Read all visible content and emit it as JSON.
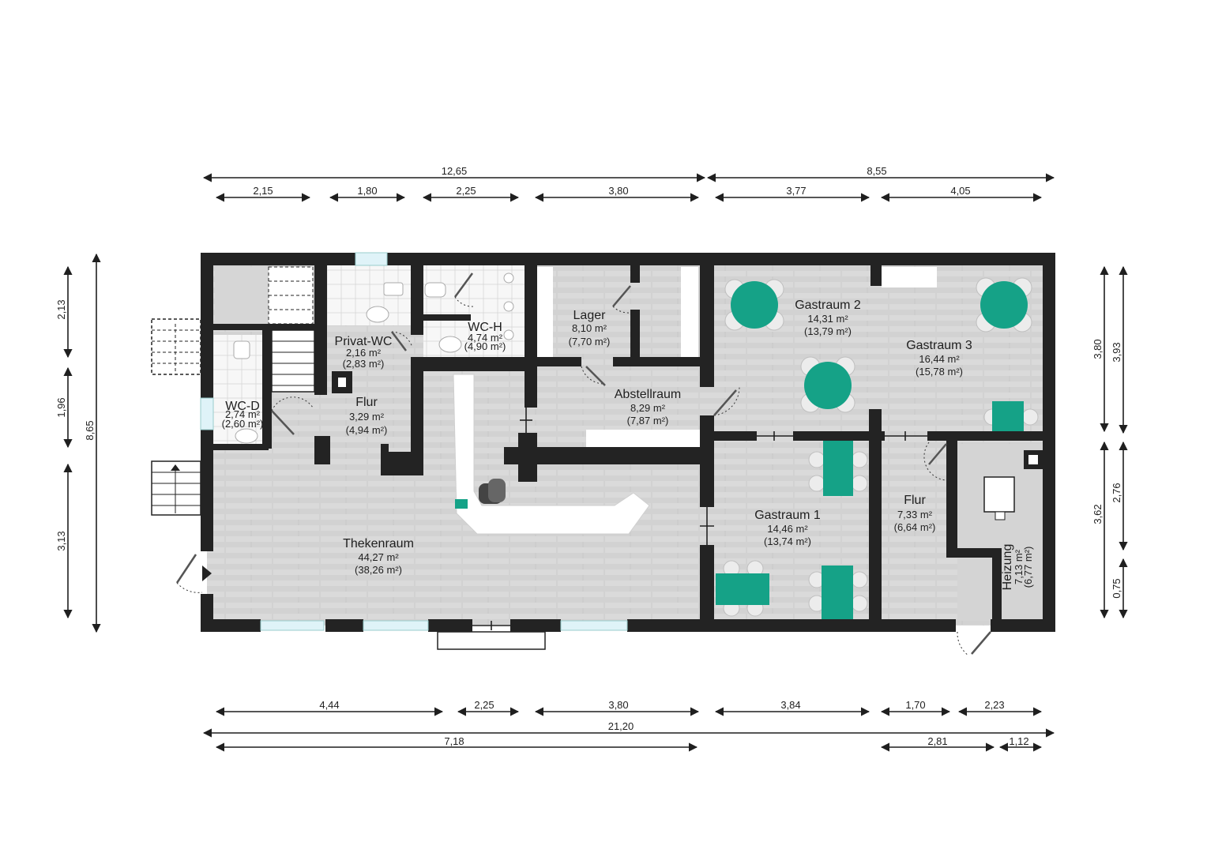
{
  "rooms": [
    {
      "name": "Privat-WC",
      "area": "2,16 m²",
      "net": "(2,83 m²)"
    },
    {
      "name": "WC-H",
      "area": "4,74 m²",
      "net": "(4,90 m²)"
    },
    {
      "name": "Lager",
      "area": "8,10 m²",
      "net": "(7,70 m²)"
    },
    {
      "name": "Gastraum 2",
      "area": "14,31 m²",
      "net": "(13,79 m²)"
    },
    {
      "name": "Gastraum 3",
      "area": "16,44 m²",
      "net": "(15,78 m²)"
    },
    {
      "name": "WC-D",
      "area": "2,74 m²",
      "net": "(2,60 m²)"
    },
    {
      "name": "Flur",
      "area": "3,29 m²",
      "net": "(4,94 m²)"
    },
    {
      "name": "Abstellraum",
      "area": "8,29 m²",
      "net": "(7,87 m²)"
    },
    {
      "name": "Gastraum 1",
      "area": "14,46 m²",
      "net": "(13,74 m²)"
    },
    {
      "name": "Flur",
      "area": "7,33 m²",
      "net": "(6,64 m²)"
    },
    {
      "name": "Thekenraum",
      "area": "44,27 m²",
      "net": "(38,26 m²)"
    },
    {
      "name": "Heizung",
      "area": "7,13 m²",
      "net": "(6,77 m²)"
    }
  ],
  "dimensions": {
    "top_total": [
      "12,65",
      "8,55"
    ],
    "top_segments": [
      "2,15",
      "1,80",
      "2,25",
      "3,80",
      "3,77",
      "4,05"
    ],
    "bottom_segments": [
      "4,44",
      "2,25",
      "3,80",
      "3,84",
      "1,70",
      "2,23"
    ],
    "bottom_total": "21,20",
    "bottom_sub": [
      "7,18",
      "2,81",
      "1,12"
    ],
    "left_segments": [
      "2,13",
      "1,96",
      "3,13"
    ],
    "left_total": "8,65",
    "right_inner": [
      "3,80",
      "3,62"
    ],
    "right_outer": [
      "3,93",
      "2,76",
      "0,75"
    ]
  },
  "colors": {
    "wall": "#232323",
    "floor": "#dcdcdc",
    "furniture": "#15a287"
  }
}
